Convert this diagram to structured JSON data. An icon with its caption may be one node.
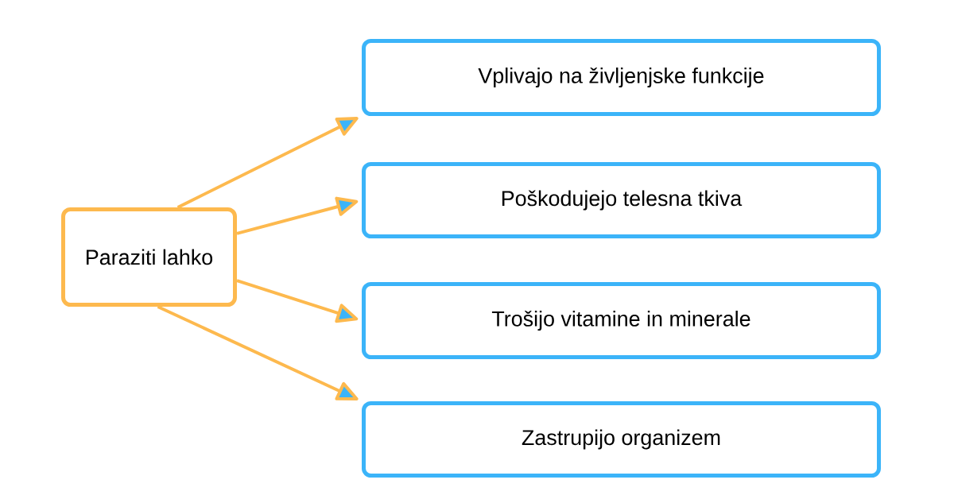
{
  "diagram": {
    "nodes": [
      {
        "text": [
          "Paraziti lahko"
        ]
      },
      {
        "text": [
          "Vplivajo na življenjske funkcije"
        ]
      },
      {
        "text": [
          "Poškodujejo telesna tkiva"
        ]
      },
      {
        "text": [
          "Trošijo vitamine in minerale"
        ]
      },
      {
        "text": [
          "Zastrupijo organizem"
        ]
      }
    ],
    "edges": [
      {
        "from": 0,
        "to": 1,
        "arrow": "to"
      },
      {
        "from": 0,
        "to": 2,
        "arrow": "to"
      },
      {
        "from": 0,
        "to": 3,
        "arrow": "to"
      },
      {
        "from": 0,
        "to": 4,
        "arrow": "to"
      }
    ]
  }
}
